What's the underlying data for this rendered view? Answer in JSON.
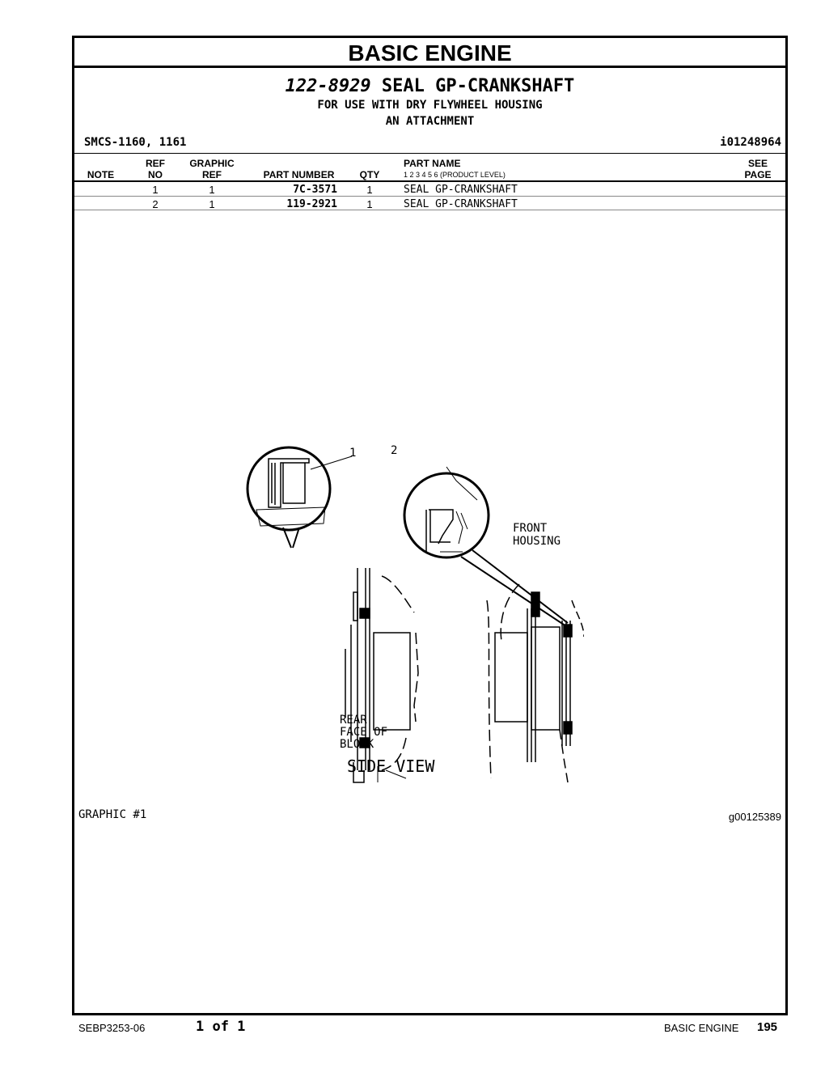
{
  "section_title": "BASIC ENGINE",
  "group": {
    "number": "122-8929",
    "name": "SEAL GP-CRANKSHAFT",
    "line1": "FOR USE WITH DRY FLYWHEEL HOUSING",
    "line2": "AN ATTACHMENT"
  },
  "smcs": "SMCS-1160, 1161",
  "info_id": "i01248964",
  "table": {
    "headers": {
      "note": "NOTE",
      "ref_top": "REF",
      "ref_bottom": "NO",
      "graphic_top": "GRAPHIC",
      "graphic_bottom": "REF",
      "part_number": "PART NUMBER",
      "qty": "QTY",
      "part_name": "PART NAME",
      "product_level": "1    2    3    4    5    6   (PRODUCT LEVEL)",
      "see_top": "SEE",
      "see_bottom": "PAGE"
    },
    "rows": [
      {
        "note": "",
        "ref_no": "1",
        "graphic_ref": "1",
        "part_number": "7C-3571",
        "qty": "1",
        "part_name": "SEAL GP-CRANKSHAFT",
        "see_page": ""
      },
      {
        "note": "",
        "ref_no": "2",
        "graphic_ref": "1",
        "part_number": "119-2921",
        "qty": "1",
        "part_name": "SEAL GP-CRANKSHAFT",
        "see_page": ""
      }
    ]
  },
  "drawing": {
    "callout_1": "1",
    "callout_2": "2",
    "front_housing_1": "FRONT",
    "front_housing_2": "HOUSING",
    "rear_face_1": "REAR",
    "rear_face_2": "FACE OF",
    "rear_face_3": "BLOCK",
    "view_label": "SIDE VIEW"
  },
  "graphic_caption": "GRAPHIC #1",
  "graphic_id": "g00125389",
  "footer": {
    "doc_number": "SEBP3253-06",
    "pages": "1 of 1",
    "section": "BASIC ENGINE",
    "page_number": "195"
  }
}
